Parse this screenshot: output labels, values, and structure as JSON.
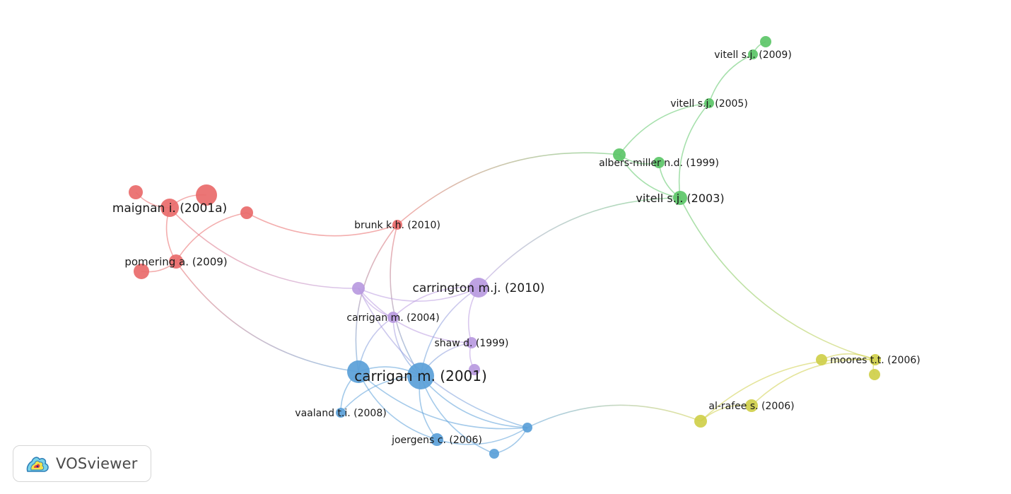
{
  "brand": {
    "name": "VOSviewer"
  },
  "colors": {
    "cluster_red": "#e96a6a",
    "cluster_green": "#5cc668",
    "cluster_blue": "#5a9fd8",
    "cluster_purple": "#b99ae0",
    "cluster_yellow": "#cfcf4a"
  },
  "nodes": [
    {
      "id": "vitell2009",
      "label": "vitell s.j. (2009)",
      "cluster": "green"
    },
    {
      "id": "vitell2005",
      "label": "vitell s.j. (2005)",
      "cluster": "green"
    },
    {
      "id": "albers1999",
      "label": "albers-miller n.d. (1999)",
      "cluster": "green"
    },
    {
      "id": "vitell2003",
      "label": "vitell s.j. (2003)",
      "cluster": "green"
    },
    {
      "id": "green_top",
      "label": "",
      "cluster": "green"
    },
    {
      "id": "green_mid",
      "label": "",
      "cluster": "green"
    },
    {
      "id": "maignan2001a",
      "label": "maignan i. (2001a)",
      "cluster": "red"
    },
    {
      "id": "pomering2009",
      "label": "pomering a. (2009)",
      "cluster": "red"
    },
    {
      "id": "brunk2010",
      "label": "brunk k.h. (2010)",
      "cluster": "red"
    },
    {
      "id": "red_a",
      "label": "",
      "cluster": "red"
    },
    {
      "id": "red_b",
      "label": "",
      "cluster": "red"
    },
    {
      "id": "red_c",
      "label": "",
      "cluster": "red"
    },
    {
      "id": "red_d",
      "label": "",
      "cluster": "red"
    },
    {
      "id": "carrington2010",
      "label": "carrington m.j. (2010)",
      "cluster": "purple"
    },
    {
      "id": "carrigan2004",
      "label": "carrigan m. (2004)",
      "cluster": "purple"
    },
    {
      "id": "shaw1999",
      "label": "shaw d. (1999)",
      "cluster": "purple"
    },
    {
      "id": "purple_a",
      "label": "",
      "cluster": "purple"
    },
    {
      "id": "purple_b",
      "label": "",
      "cluster": "purple"
    },
    {
      "id": "carrigan2001",
      "label": "carrigan m. (2001)",
      "cluster": "blue"
    },
    {
      "id": "vaaland2008",
      "label": "vaaland t.i. (2008)",
      "cluster": "blue"
    },
    {
      "id": "joergens2006",
      "label": "joergens c. (2006)",
      "cluster": "blue"
    },
    {
      "id": "blue_a",
      "label": "",
      "cluster": "blue"
    },
    {
      "id": "blue_b",
      "label": "",
      "cluster": "blue"
    },
    {
      "id": "blue_c",
      "label": "",
      "cluster": "blue"
    },
    {
      "id": "moores2006",
      "label": "moores t.t. (2006)",
      "cluster": "yellow"
    },
    {
      "id": "alrafee2006",
      "label": "al-rafee s. (2006)",
      "cluster": "yellow"
    },
    {
      "id": "yellow_a",
      "label": "",
      "cluster": "yellow"
    },
    {
      "id": "yellow_b",
      "label": "",
      "cluster": "yellow"
    },
    {
      "id": "yellow_c",
      "label": "",
      "cluster": "yellow"
    }
  ],
  "links": [
    {
      "source": "green_top",
      "target": "vitell2009"
    },
    {
      "source": "vitell2009",
      "target": "vitell2005"
    },
    {
      "source": "vitell2005",
      "target": "green_mid"
    },
    {
      "source": "vitell2005",
      "target": "vitell2003"
    },
    {
      "source": "green_mid",
      "target": "albers1999"
    },
    {
      "source": "albers1999",
      "target": "vitell2003"
    },
    {
      "source": "green_mid",
      "target": "vitell2003"
    },
    {
      "source": "green_mid",
      "target": "brunk2010"
    },
    {
      "source": "vitell2003",
      "target": "carrington2010"
    },
    {
      "source": "vitell2003",
      "target": "moores2006"
    },
    {
      "source": "moores2006",
      "target": "yellow_a"
    },
    {
      "source": "moores2006",
      "target": "yellow_b"
    },
    {
      "source": "moores2006",
      "target": "yellow_c"
    },
    {
      "source": "moores2006",
      "target": "alrafee2006"
    },
    {
      "source": "alrafee2006",
      "target": "yellow_a"
    },
    {
      "source": "yellow_a",
      "target": "blue_b"
    },
    {
      "source": "red_a",
      "target": "maignan2001a"
    },
    {
      "source": "red_b",
      "target": "maignan2001a"
    },
    {
      "source": "maignan2001a",
      "target": "pomering2009"
    },
    {
      "source": "red_c",
      "target": "pomering2009"
    },
    {
      "source": "red_d",
      "target": "pomering2009"
    },
    {
      "source": "red_c",
      "target": "brunk2010"
    },
    {
      "source": "maignan2001a",
      "target": "purple_a"
    },
    {
      "source": "pomering2009",
      "target": "blue_a"
    },
    {
      "source": "brunk2010",
      "target": "carrigan2001"
    },
    {
      "source": "brunk2010",
      "target": "blue_a"
    },
    {
      "source": "purple_a",
      "target": "carrington2010"
    },
    {
      "source": "purple_a",
      "target": "shaw1999"
    },
    {
      "source": "purple_a",
      "target": "carrigan2004"
    },
    {
      "source": "purple_a",
      "target": "blue_b"
    },
    {
      "source": "carrington2010",
      "target": "shaw1999"
    },
    {
      "source": "carrington2010",
      "target": "carrigan2001"
    },
    {
      "source": "carrington2010",
      "target": "carrigan2004"
    },
    {
      "source": "carrigan2004",
      "target": "carrigan2001"
    },
    {
      "source": "carrigan2004",
      "target": "blue_a"
    },
    {
      "source": "shaw1999",
      "target": "purple_b"
    },
    {
      "source": "shaw1999",
      "target": "carrigan2001"
    },
    {
      "source": "carrigan2001",
      "target": "blue_a"
    },
    {
      "source": "carrigan2001",
      "target": "vaaland2008"
    },
    {
      "source": "carrigan2001",
      "target": "joergens2006"
    },
    {
      "source": "carrigan2001",
      "target": "blue_b"
    },
    {
      "source": "carrigan2001",
      "target": "blue_c"
    },
    {
      "source": "blue_a",
      "target": "vaaland2008"
    },
    {
      "source": "blue_a",
      "target": "joergens2006"
    },
    {
      "source": "blue_a",
      "target": "blue_b"
    },
    {
      "source": "joergens2006",
      "target": "blue_b"
    },
    {
      "source": "blue_c",
      "target": "blue_b"
    }
  ]
}
